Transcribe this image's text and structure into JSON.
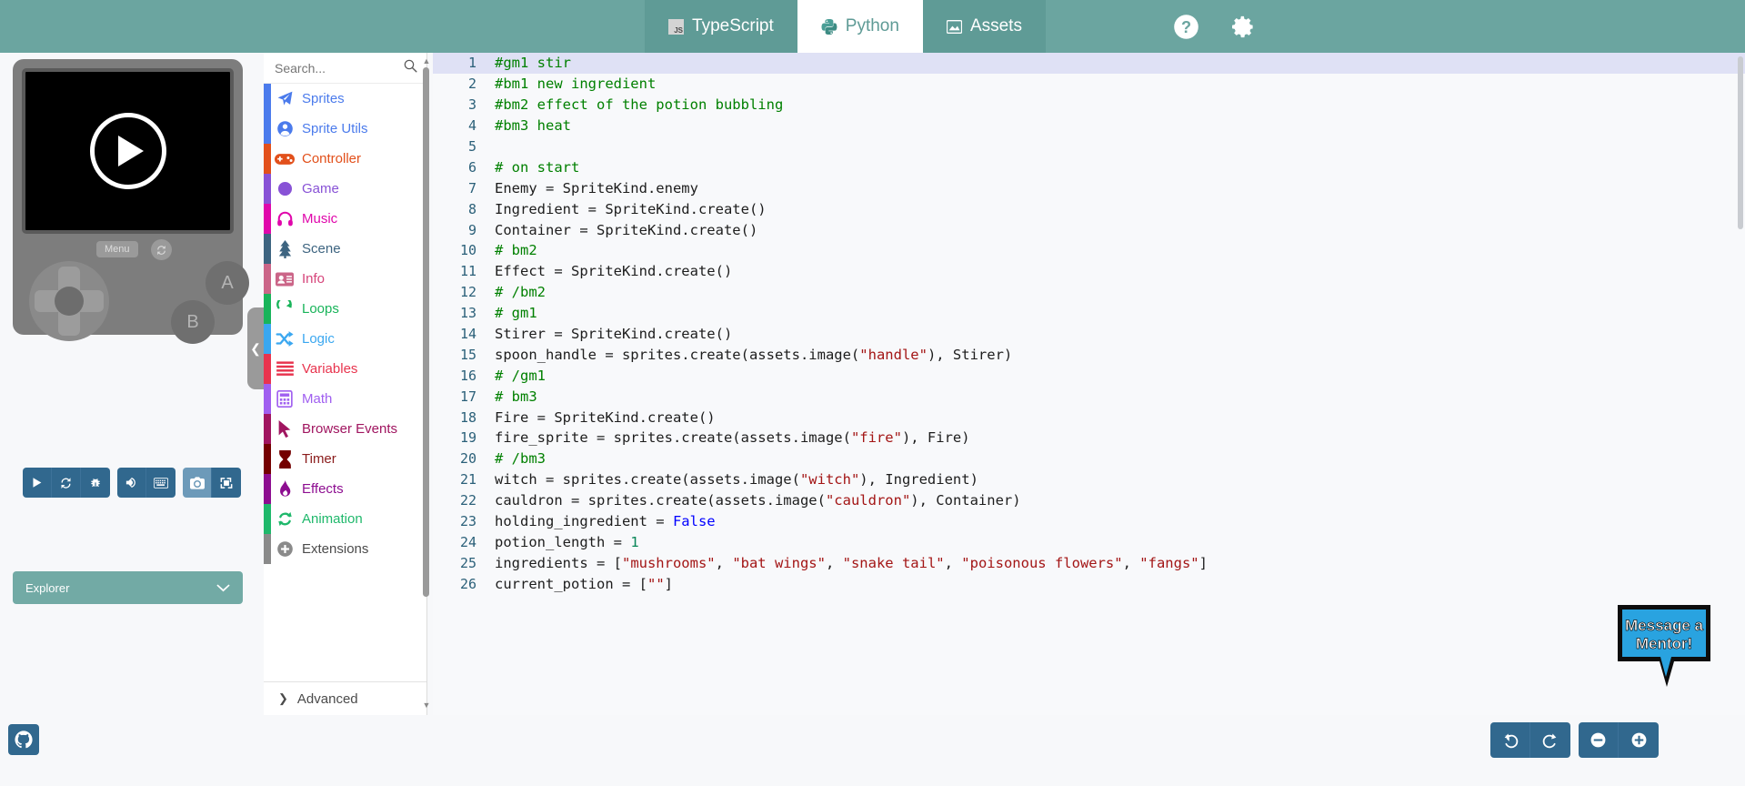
{
  "topbar": {
    "tabs": [
      {
        "label": "TypeScript",
        "icon": "javascript-badge-icon",
        "active": false
      },
      {
        "label": "Python",
        "icon": "python-icon",
        "active": true
      },
      {
        "label": "Assets",
        "icon": "image-icon",
        "active": false
      }
    ],
    "help_icon": "help-circle-icon",
    "settings_icon": "gear-icon",
    "accent_color": "#6ba5a0"
  },
  "simulator": {
    "play_label": "play",
    "menu_label": "Menu",
    "refresh_icon": "refresh-icon",
    "button_a": "A",
    "button_b": "B",
    "toolbar": [
      {
        "name": "play-button",
        "icon": "play-icon",
        "highlight": false
      },
      {
        "name": "restart-button",
        "icon": "restart-icon",
        "highlight": false
      },
      {
        "name": "debug-button",
        "icon": "bug-icon",
        "highlight": false
      },
      {
        "name": "mute-button",
        "icon": "volume-icon",
        "highlight": false
      },
      {
        "name": "keyboard-button",
        "icon": "keyboard-icon",
        "highlight": false
      },
      {
        "name": "screenshot-button",
        "icon": "camera-icon",
        "highlight": true
      },
      {
        "name": "fullscreen-button",
        "icon": "fullscreen-icon",
        "highlight": false
      }
    ],
    "explorer_label": "Explorer",
    "explorer_chevron": "chevron-down-icon"
  },
  "collapse_handle": {
    "icon": "chevron-left-icon"
  },
  "toolbox": {
    "search_placeholder": "Search...",
    "search_icon": "search-icon",
    "categories": [
      {
        "label": "Sprites",
        "color": "#4b7bec",
        "text": "#4b7bec",
        "icon": "paper-plane-icon"
      },
      {
        "label": "Sprite Utils",
        "color": "#4b7bec",
        "text": "#4b7bec",
        "icon": "user-circle-icon"
      },
      {
        "label": "Controller",
        "color": "#e2501b",
        "text": "#e2501b",
        "icon": "gamepad-icon"
      },
      {
        "label": "Game",
        "color": "#8852d6",
        "text": "#8852d6",
        "icon": "circle-icon"
      },
      {
        "label": "Music",
        "color": "#e007ab",
        "text": "#e007ab",
        "icon": "headphones-icon"
      },
      {
        "label": "Scene",
        "color": "#3d6480",
        "text": "#3d6480",
        "icon": "tree-icon"
      },
      {
        "label": "Info",
        "color": "#cb6588",
        "text": "#d6447a",
        "icon": "id-card-icon"
      },
      {
        "label": "Loops",
        "color": "#19b45a",
        "text": "#19b45a",
        "icon": "loop-arrow-icon"
      },
      {
        "label": "Logic",
        "color": "#3aa7f0",
        "text": "#3aa7f0",
        "icon": "shuffle-icon"
      },
      {
        "label": "Variables",
        "color": "#e8344e",
        "text": "#e8344e",
        "icon": "list-lines-icon"
      },
      {
        "label": "Math",
        "color": "#a05ff0",
        "text": "#a05ff0",
        "icon": "calculator-icon"
      },
      {
        "label": "Browser Events",
        "color": "#a01560",
        "text": "#a01560",
        "icon": "cursor-arrow-icon"
      },
      {
        "label": "Timer",
        "color": "#740000",
        "text": "#8a1b1b",
        "icon": "hourglass-icon"
      },
      {
        "label": "Effects",
        "color": "#8d0d90",
        "text": "#8d0d90",
        "icon": "flame-icon"
      },
      {
        "label": "Animation",
        "color": "#1fb86b",
        "text": "#1fb86b",
        "icon": "animation-loop-icon"
      },
      {
        "label": "Extensions",
        "color": "#8a8a8a",
        "text": "#4b4b4b",
        "icon": "plus-circle-icon"
      }
    ],
    "advanced_label": "Advanced",
    "advanced_chevron": "chevron-down-icon"
  },
  "editor": {
    "language": "python",
    "highlighted_line": 1,
    "lines": [
      {
        "n": 1,
        "tokens": [
          {
            "t": "#gm1 stir",
            "c": "cm"
          }
        ]
      },
      {
        "n": 2,
        "tokens": [
          {
            "t": "#bm1 new ingredient",
            "c": "cm"
          }
        ]
      },
      {
        "n": 3,
        "tokens": [
          {
            "t": "#bm2 effect of the potion bubbling",
            "c": "cm"
          }
        ]
      },
      {
        "n": 4,
        "tokens": [
          {
            "t": "#bm3 heat",
            "c": "cm"
          }
        ]
      },
      {
        "n": 5,
        "tokens": [
          {
            "t": "",
            "c": ""
          }
        ]
      },
      {
        "n": 6,
        "tokens": [
          {
            "t": "# on start",
            "c": "cm"
          }
        ]
      },
      {
        "n": 7,
        "tokens": [
          {
            "t": "Enemy = SpriteKind.enemy",
            "c": ""
          }
        ]
      },
      {
        "n": 8,
        "tokens": [
          {
            "t": "Ingredient = SpriteKind.create()",
            "c": ""
          }
        ]
      },
      {
        "n": 9,
        "tokens": [
          {
            "t": "Container = SpriteKind.create()",
            "c": ""
          }
        ]
      },
      {
        "n": 10,
        "tokens": [
          {
            "t": "# bm2",
            "c": "cm"
          }
        ]
      },
      {
        "n": 11,
        "tokens": [
          {
            "t": "Effect = SpriteKind.create()",
            "c": ""
          }
        ]
      },
      {
        "n": 12,
        "tokens": [
          {
            "t": "# /bm2",
            "c": "cm"
          }
        ]
      },
      {
        "n": 13,
        "tokens": [
          {
            "t": "# gm1",
            "c": "cm"
          }
        ]
      },
      {
        "n": 14,
        "tokens": [
          {
            "t": "Stirer = SpriteKind.create()",
            "c": ""
          }
        ]
      },
      {
        "n": 15,
        "tokens": [
          {
            "t": "spoon_handle = sprites.create(assets.image(",
            "c": ""
          },
          {
            "t": "\"handle\"",
            "c": "str"
          },
          {
            "t": "), Stirer)",
            "c": ""
          }
        ]
      },
      {
        "n": 16,
        "tokens": [
          {
            "t": "# /gm1",
            "c": "cm"
          }
        ]
      },
      {
        "n": 17,
        "tokens": [
          {
            "t": "# bm3",
            "c": "cm"
          }
        ]
      },
      {
        "n": 18,
        "tokens": [
          {
            "t": "Fire = SpriteKind.create()",
            "c": ""
          }
        ]
      },
      {
        "n": 19,
        "tokens": [
          {
            "t": "fire_sprite = sprites.create(assets.image(",
            "c": ""
          },
          {
            "t": "\"fire\"",
            "c": "str"
          },
          {
            "t": "), Fire)",
            "c": ""
          }
        ]
      },
      {
        "n": 20,
        "tokens": [
          {
            "t": "# /bm3",
            "c": "cm"
          }
        ]
      },
      {
        "n": 21,
        "tokens": [
          {
            "t": "witch = sprites.create(assets.image(",
            "c": ""
          },
          {
            "t": "\"witch\"",
            "c": "str"
          },
          {
            "t": "), Ingredient)",
            "c": ""
          }
        ]
      },
      {
        "n": 22,
        "tokens": [
          {
            "t": "cauldron = sprites.create(assets.image(",
            "c": ""
          },
          {
            "t": "\"cauldron\"",
            "c": "str"
          },
          {
            "t": "), Container)",
            "c": ""
          }
        ]
      },
      {
        "n": 23,
        "tokens": [
          {
            "t": "holding_ingredient = ",
            "c": ""
          },
          {
            "t": "False",
            "c": "kw"
          }
        ]
      },
      {
        "n": 24,
        "tokens": [
          {
            "t": "potion_length = ",
            "c": ""
          },
          {
            "t": "1",
            "c": "num"
          }
        ]
      },
      {
        "n": 25,
        "tokens": [
          {
            "t": "ingredients = [",
            "c": ""
          },
          {
            "t": "\"mushrooms\"",
            "c": "str"
          },
          {
            "t": ", ",
            "c": ""
          },
          {
            "t": "\"bat wings\"",
            "c": "str"
          },
          {
            "t": ", ",
            "c": ""
          },
          {
            "t": "\"snake tail\"",
            "c": "str"
          },
          {
            "t": ", ",
            "c": ""
          },
          {
            "t": "\"poisonous flowers\"",
            "c": "str"
          },
          {
            "t": ", ",
            "c": ""
          },
          {
            "t": "\"fangs\"",
            "c": "str"
          },
          {
            "t": "]",
            "c": ""
          }
        ]
      },
      {
        "n": 26,
        "tokens": [
          {
            "t": "current_potion = [",
            "c": ""
          },
          {
            "t": "\"\"",
            "c": "str"
          },
          {
            "t": "]",
            "c": ""
          }
        ]
      }
    ],
    "colors": {
      "comment": "#008000",
      "string": "#a31515",
      "keyword": "#0000ff",
      "number": "#098658",
      "text": "#1d1d1d",
      "line_number": "#2b6079",
      "background": "#f8f9fb",
      "highlight": "#dfe1f5"
    }
  },
  "mentor_widget": {
    "line1": "Message a",
    "line2": "Mentor!",
    "color": "#29a3e0"
  },
  "bottombar": {
    "github_icon": "github-icon",
    "controls": [
      {
        "name": "undo-button",
        "icon": "undo-icon"
      },
      {
        "name": "redo-button",
        "icon": "redo-icon"
      },
      {
        "name": "zoom-out-button",
        "icon": "minus-circle-icon"
      },
      {
        "name": "zoom-in-button",
        "icon": "plus-circle-icon"
      }
    ]
  }
}
